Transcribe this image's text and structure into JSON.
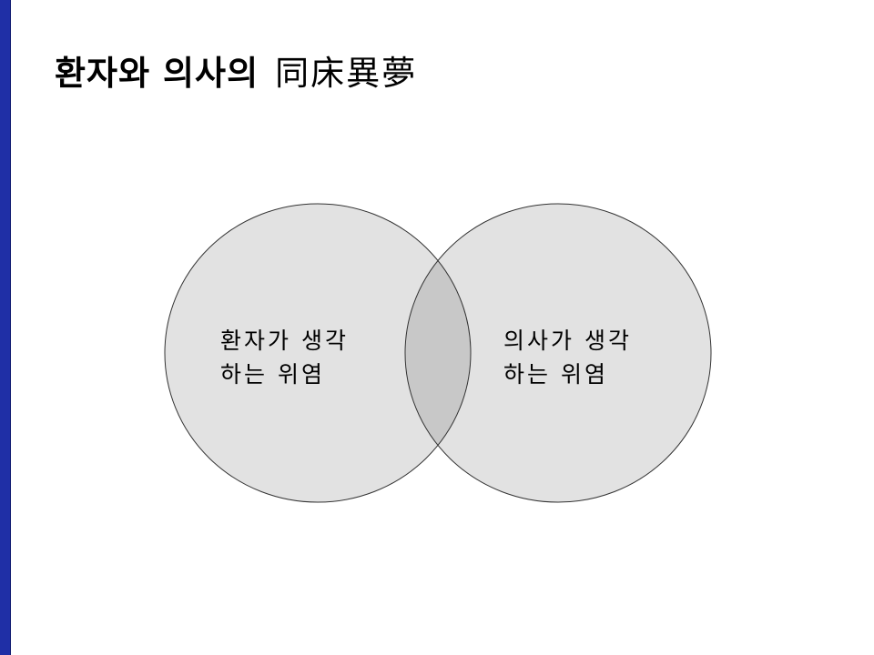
{
  "slide": {
    "title_korean": "환자와 의사의",
    "title_hanja": "同床異夢",
    "accent_color": "#1f2fa6"
  },
  "diagram": {
    "type": "venn",
    "circle_fill": "#e2e2e2",
    "overlap_fill": "#c8c8c8",
    "stroke_color": "#333333",
    "left": {
      "line1": "환자가 생각",
      "line2": "하는 위염"
    },
    "right": {
      "line1": "의사가 생각",
      "line2": "하는 위염"
    }
  }
}
